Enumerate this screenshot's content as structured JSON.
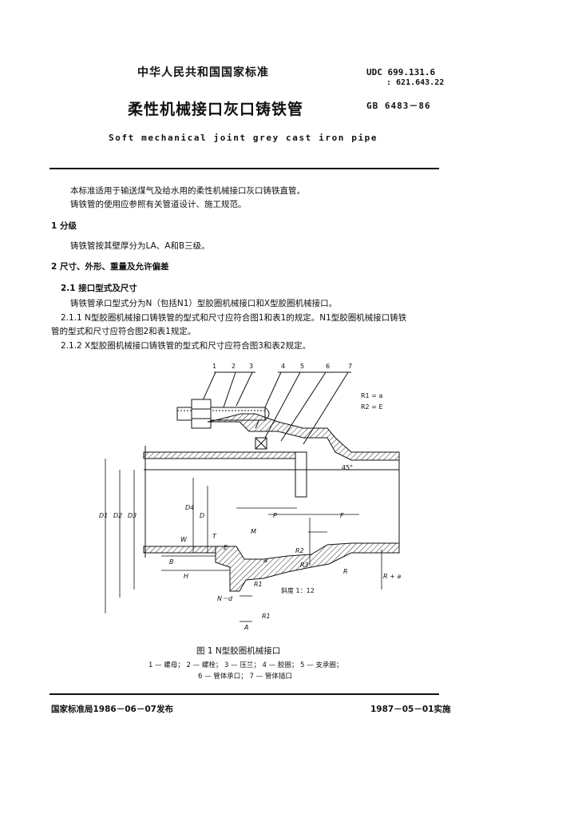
{
  "header": {
    "org": "中华人民共和国国家标准",
    "udc_line1": "UDC 699.131.6",
    "udc_line2": ": 621.643.22",
    "standard_no": "GB 6483－86"
  },
  "title": {
    "cn": "柔性机械接口灰口铸铁管",
    "en": "Soft mechanical joint grey cast iron pipe"
  },
  "intro": {
    "p1": "本标准适用于输送煤气及给水用的柔性机械接口灰口铸铁直管。",
    "p2": "铸铁管的使用应参照有关管道设计、施工规范。"
  },
  "sections": {
    "s1_title": "1  分级",
    "s1_text": "铸铁管按其壁厚分为LA、A和B三级。",
    "s2_title": "2  尺寸、外形、重量及允许偏差",
    "s21_title": "2.1  接口型式及尺寸",
    "s21_text": "铸铁管承口型式分为N（包括N1）型胶圈机械接口和X型胶圈机械接口。",
    "s211_a": "2.1.1  N型胶圈机械接口铸铁管的型式和尺寸应符合图1和表1的规定。N1型胶圈机械接口铸铁",
    "s211_b": "管的型式和尺寸应符合图2和表1规定。",
    "s212": "2.1.2  X型胶圈机械接口铸铁管的型式和尺寸应符合图3和表2规定。"
  },
  "figure": {
    "part_numbers": [
      "1",
      "2",
      "3",
      "4",
      "5",
      "6",
      "7"
    ],
    "r1_note": "R1 = a",
    "r2_note": "R2 = E",
    "angle": "45°",
    "dims": {
      "d1": "D1",
      "d2": "D2",
      "d3": "D3",
      "d4": "D4",
      "D": "D",
      "P": "P",
      "F": "F",
      "M": "M",
      "T": "T",
      "E": "E",
      "W": "W",
      "B": "B",
      "H": "H",
      "R2": "R2",
      "R3": "R3",
      "R1": "R1",
      "A": "A",
      "R": "R",
      "Ra": "R + a",
      "Nd": "N－d",
      "a": "a",
      "taper": "斜度 1：12"
    },
    "caption": "图 1   N型胶圈机械接口",
    "legend1": "1 — 螺母； 2 — 螺栓； 3 — 压兰； 4 — 胶圈； 5 — 支承圈；",
    "legend2": "6 — 管体承口； 7 — 管体插口"
  },
  "footer": {
    "issued": "国家标准局1986－06－07发布",
    "effective": "1987－05－01实施"
  }
}
